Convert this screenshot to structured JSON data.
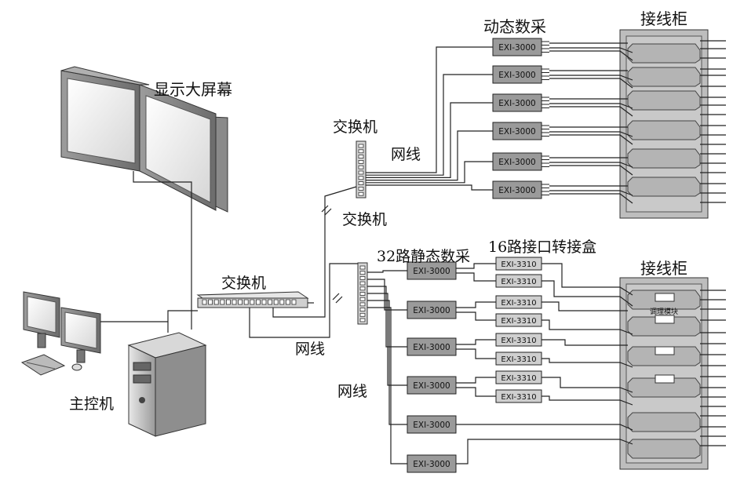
{
  "labels": {
    "display_wall": "显示大屏幕",
    "dynamic_daq": "动态数采",
    "cabinet_top": "接线柜",
    "cabinet_bottom": "接线柜",
    "switch_top": "交换机",
    "switch_mid": "交换机",
    "switch_main": "交换机",
    "cable_top": "网线",
    "cable_left": "网线",
    "cable_bottom": "网线",
    "static_daq": "32路静态数采",
    "adapter_box": "16路接口转接盒",
    "host": "主控机",
    "module_label": "调理模块"
  },
  "dynamic_units": [
    "EXI-3000",
    "EXI-3000",
    "EXI-3000",
    "EXI-3000",
    "EXI-3000",
    "EXI-3000"
  ],
  "static_units": [
    "EXI-3000",
    "EXI-3000",
    "EXI-3000",
    "EXI-3000",
    "EXI-3000",
    "EXI-3000"
  ],
  "adapter_units": [
    "EXI-3310",
    "EXI-3310",
    "EXI-3310",
    "EXI-3310",
    "EXI-3310",
    "EXI-3310",
    "EXI-3310",
    "EXI-3310"
  ],
  "colors": {
    "line": "#222222",
    "device_fill": "#9a9a9a",
    "adapter_fill": "#cfcfcf",
    "cabinet_fill": "#bdbdbd"
  }
}
